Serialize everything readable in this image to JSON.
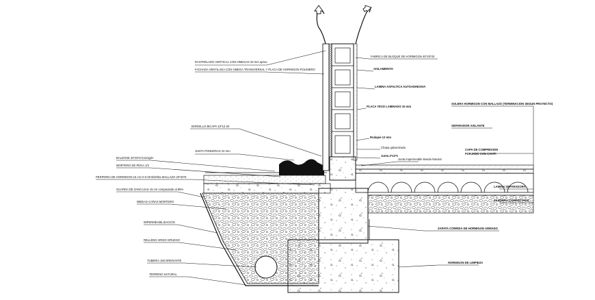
{
  "labels_left": [
    "RASTRELADO VERTICAL CON OMEGAS 20 mm aprox.",
    "FACHADA VENTILADA CON OMEGA TRANSVERSAL Y PLACA DE HORMIGON POLIMERO",
    "BORDILLO BICAPA 10*12-20",
    "JUNTA PONDERAS 10 mm",
    "BALDOSE 40*40*6 hormigón",
    "MORTERO DE PEGA 1/3",
    "PERIFERIA DE HORMIGON  15 cm H-6-20 B/20/IIa MALLAZO 20*20*6",
    "GUARDA DE ZANCAJAS 15 cm compactado al 95%",
    "MEDIAS CAÑAS MORTERO",
    "IMPERMEABILIZACION",
    "RELLENO ARIDO GRUESO",
    "TUBERIA 150 DRENANTE",
    "TERRENO NATURAL"
  ],
  "labels_right": [
    "FABRICA DE BLOQUE DE HORMIGON 40*20*20",
    "AISLAMIENTO",
    "LAMINA ASFALTICA AUTOADHESIVA",
    "PLACA YESO LAMINADO 15 mm",
    "Rodapie 12 mm",
    "Chapa galvanizada",
    "Junta 2*12*1",
    "Junta impermeable Banda Natural",
    "SOLERA HORMIGON  CON MALLAZO (TERMINACION SEGUN PROYECTO)",
    "SEPARADOR AISLANTE",
    "CAPA DE COMPRESION",
    "FORJADO CON CAVITI",
    "LAMINA SEPARADORA",
    "ZAHORRA COMPACTADA",
    "ZAPATA CORRIDA DE HORMIGON ARMADO",
    "HORMIGON DE LIMPIEZA"
  ],
  "colors": {
    "line": "#111111",
    "background": "#ffffff"
  },
  "icons": [
    "airflow-arrow-icon",
    "airflow-arrow-icon"
  ]
}
